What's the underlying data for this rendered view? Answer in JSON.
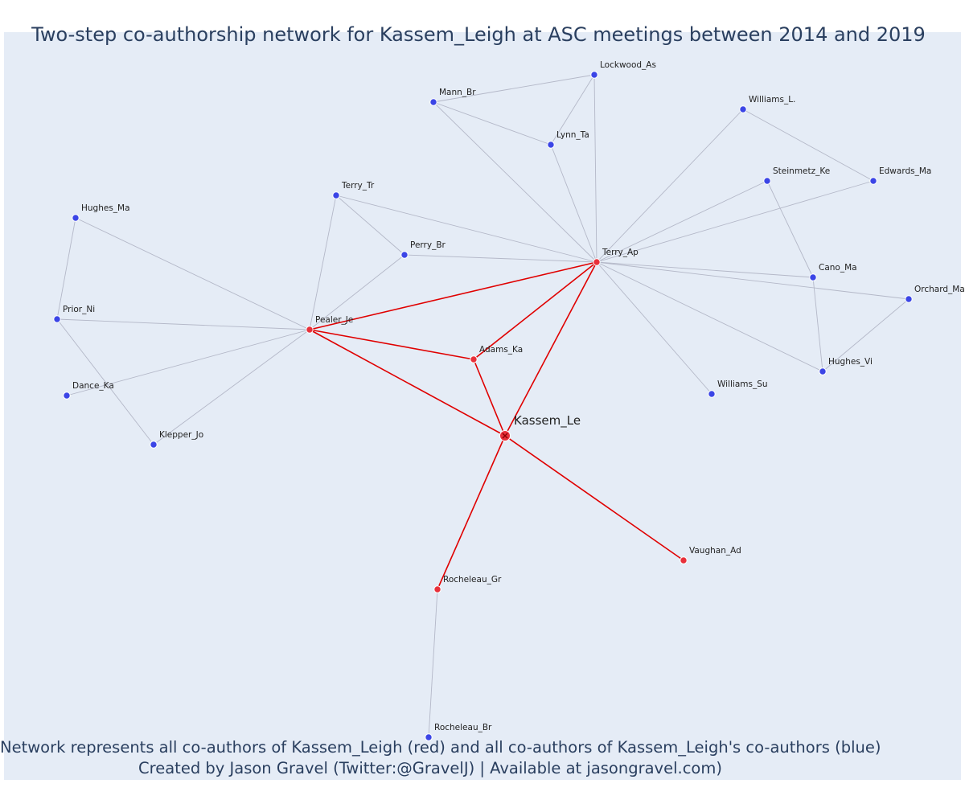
{
  "title": "Two-step co-authorship network for Kassem_Leigh at ASC meetings between 2014 and 2019",
  "captions": {
    "line1": "Network represents all co-authors of Kassem_Leigh (red) and all co-authors of Kassem_Leigh's co-authors (blue)",
    "line2": "Created by Jason Gravel (Twitter:@GravelJ) | Available at jasongravel.com)"
  },
  "colors": {
    "background": "#e5ecf6",
    "first_degree": "#e8303a",
    "second_degree": "#3b45e6",
    "ego_edge": "#e00000",
    "other_edge": "#b4b8c8"
  },
  "nodes": [
    {
      "id": "Kassem_Le",
      "label": "Kassem_Le",
      "group": "ego"
    },
    {
      "id": "Terry_Ap",
      "label": "Terry_Ap",
      "group": "first"
    },
    {
      "id": "Pealer_Je",
      "label": "Pealer_Je",
      "group": "first"
    },
    {
      "id": "Adams_Ka",
      "label": "Adams_Ka",
      "group": "first"
    },
    {
      "id": "Rocheleau_Gr",
      "label": "Rocheleau_Gr",
      "group": "first"
    },
    {
      "id": "Vaughan_Ad",
      "label": "Vaughan_Ad",
      "group": "first"
    },
    {
      "id": "Lockwood_As",
      "label": "Lockwood_As",
      "group": "second"
    },
    {
      "id": "Mann_Br",
      "label": "Mann_Br",
      "group": "second"
    },
    {
      "id": "Lynn_Ta",
      "label": "Lynn_Ta",
      "group": "second"
    },
    {
      "id": "Williams_L.",
      "label": "Williams_L.",
      "group": "second"
    },
    {
      "id": "Steinmetz_Ke",
      "label": "Steinmetz_Ke",
      "group": "second"
    },
    {
      "id": "Edwards_Ma",
      "label": "Edwards_Ma",
      "group": "second"
    },
    {
      "id": "Terry_Tr",
      "label": "Terry_Tr",
      "group": "second"
    },
    {
      "id": "Hughes_Ma",
      "label": "Hughes_Ma",
      "group": "second"
    },
    {
      "id": "Perry_Br",
      "label": "Perry_Br",
      "group": "second"
    },
    {
      "id": "Cano_Ma",
      "label": "Cano_Ma",
      "group": "second"
    },
    {
      "id": "Orchard_Ma",
      "label": "Orchard_Ma",
      "group": "second"
    },
    {
      "id": "Prior_Ni",
      "label": "Prior_Ni",
      "group": "second"
    },
    {
      "id": "Hughes_Vi",
      "label": "Hughes_Vi",
      "group": "second"
    },
    {
      "id": "Williams_Su",
      "label": "Williams_Su",
      "group": "second"
    },
    {
      "id": "Dance_Ka",
      "label": "Dance_Ka",
      "group": "second"
    },
    {
      "id": "Klepper_Jo",
      "label": "Klepper_Jo",
      "group": "second"
    },
    {
      "id": "Rocheleau_Br",
      "label": "Rocheleau_Br",
      "group": "second"
    }
  ],
  "edges": [
    [
      "Kassem_Le",
      "Pealer_Je"
    ],
    [
      "Kassem_Le",
      "Adams_Ka"
    ],
    [
      "Kassem_Le",
      "Terry_Ap"
    ],
    [
      "Kassem_Le",
      "Rocheleau_Gr"
    ],
    [
      "Kassem_Le",
      "Vaughan_Ad"
    ],
    [
      "Pealer_Je",
      "Terry_Ap"
    ],
    [
      "Pealer_Je",
      "Adams_Ka"
    ],
    [
      "Adams_Ka",
      "Terry_Ap"
    ],
    [
      "Lockwood_As",
      "Mann_Br"
    ],
    [
      "Lockwood_As",
      "Lynn_Ta"
    ],
    [
      "Lockwood_As",
      "Terry_Ap"
    ],
    [
      "Mann_Br",
      "Lynn_Ta"
    ],
    [
      "Mann_Br",
      "Terry_Ap"
    ],
    [
      "Lynn_Ta",
      "Terry_Ap"
    ],
    [
      "Williams_L.",
      "Terry_Ap"
    ],
    [
      "Williams_L.",
      "Edwards_Ma"
    ],
    [
      "Steinmetz_Ke",
      "Terry_Ap"
    ],
    [
      "Steinmetz_Ke",
      "Cano_Ma"
    ],
    [
      "Edwards_Ma",
      "Terry_Ap"
    ],
    [
      "Terry_Tr",
      "Terry_Ap"
    ],
    [
      "Terry_Tr",
      "Perry_Br"
    ],
    [
      "Terry_Tr",
      "Pealer_Je"
    ],
    [
      "Perry_Br",
      "Terry_Ap"
    ],
    [
      "Perry_Br",
      "Pealer_Je"
    ],
    [
      "Cano_Ma",
      "Terry_Ap"
    ],
    [
      "Cano_Ma",
      "Hughes_Vi"
    ],
    [
      "Orchard_Ma",
      "Terry_Ap"
    ],
    [
      "Orchard_Ma",
      "Hughes_Vi"
    ],
    [
      "Hughes_Vi",
      "Terry_Ap"
    ],
    [
      "Williams_Su",
      "Terry_Ap"
    ],
    [
      "Hughes_Ma",
      "Prior_Ni"
    ],
    [
      "Hughes_Ma",
      "Pealer_Je"
    ],
    [
      "Prior_Ni",
      "Pealer_Je"
    ],
    [
      "Prior_Ni",
      "Klepper_Jo"
    ],
    [
      "Dance_Ka",
      "Pealer_Je"
    ],
    [
      "Klepper_Jo",
      "Pealer_Je"
    ],
    [
      "Rocheleau_Gr",
      "Rocheleau_Br"
    ]
  ]
}
